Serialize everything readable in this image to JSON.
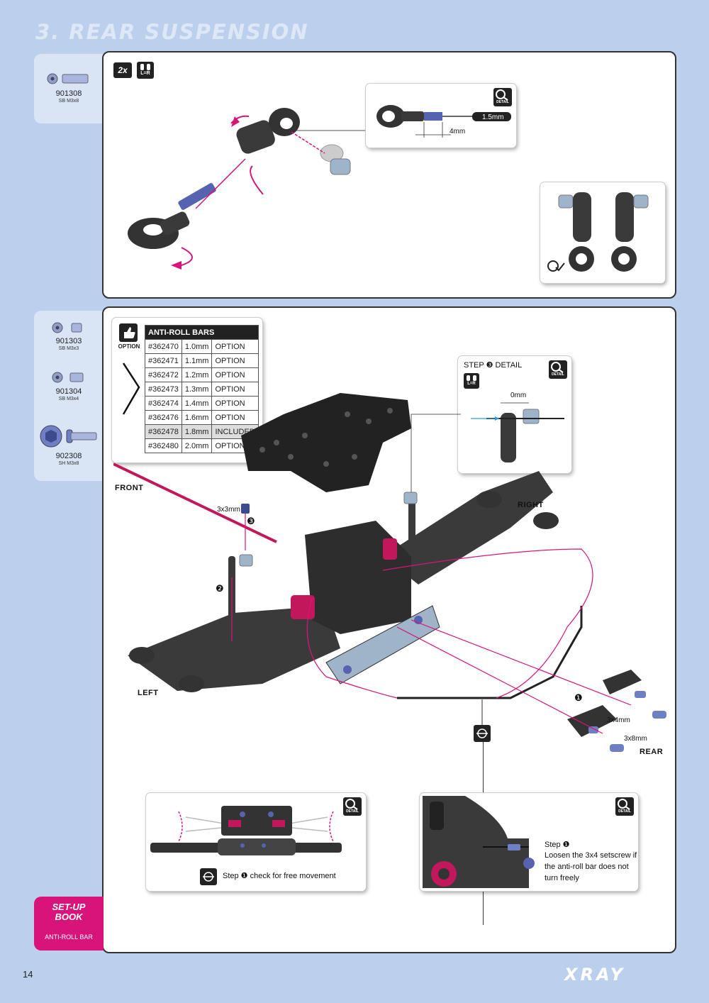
{
  "page": {
    "title": "3. REAR SUSPENSION",
    "page_number": "14",
    "brand": "XRAY"
  },
  "section1": {
    "parts": [
      {
        "code": "901308",
        "size": "SB M3x8"
      }
    ],
    "multiplier": "2x",
    "lr_label": "L=R",
    "detail_label": "DETAIL",
    "dim_tool": "1.5mm",
    "dim_length": "4mm"
  },
  "section2": {
    "parts": [
      {
        "code": "901303",
        "size": "SB M3x3"
      },
      {
        "code": "901304",
        "size": "SB M3x4"
      },
      {
        "code": "902308",
        "size": "SH M3x8"
      }
    ],
    "option_label": "OPTION",
    "table": {
      "header": "ANTI-ROLL BARS",
      "rows": [
        {
          "part": "#362470",
          "size": "1.0mm",
          "status": "OPTION"
        },
        {
          "part": "#362471",
          "size": "1.1mm",
          "status": "OPTION"
        },
        {
          "part": "#362472",
          "size": "1.2mm",
          "status": "OPTION"
        },
        {
          "part": "#362473",
          "size": "1.3mm",
          "status": "OPTION"
        },
        {
          "part": "#362474",
          "size": "1.4mm",
          "status": "OPTION"
        },
        {
          "part": "#362476",
          "size": "1.6mm",
          "status": "OPTION"
        },
        {
          "part": "#362478",
          "size": "1.8mm",
          "status": "INCLUDED"
        },
        {
          "part": "#362480",
          "size": "2.0mm",
          "status": "OPTION"
        }
      ]
    },
    "step3_detail": {
      "title": "STEP ❸ DETAIL",
      "lr_label": "L=R",
      "dim": "0mm",
      "detail_label": "DETAIL"
    },
    "labels": {
      "front": "FRONT",
      "right": "RIGHT",
      "left": "LEFT",
      "rear": "REAR",
      "screw_3x3": "3x3mm",
      "screw_3x4": "3x4mm",
      "screw_3x8": "3x8mm",
      "step1": "❶",
      "step2": "❷",
      "step3": "❸"
    },
    "bottom_left_inset": {
      "caption": "Step ❶ check for free movement",
      "detail_label": "DETAIL"
    },
    "bottom_right_inset": {
      "line1": "Step ❶",
      "line2": "Loosen the 3x4 setscrew if",
      "line3": "the anti-roll bar does not",
      "line4": "turn freely",
      "detail_label": "DETAIL"
    }
  },
  "setup_book": {
    "title_line1": "SET-UP",
    "title_line2": "BOOK",
    "subtitle": "ANTI-ROLL BAR"
  },
  "colors": {
    "background": "#bcd0ee",
    "accent": "#d8147a",
    "panel_border": "#333333"
  }
}
